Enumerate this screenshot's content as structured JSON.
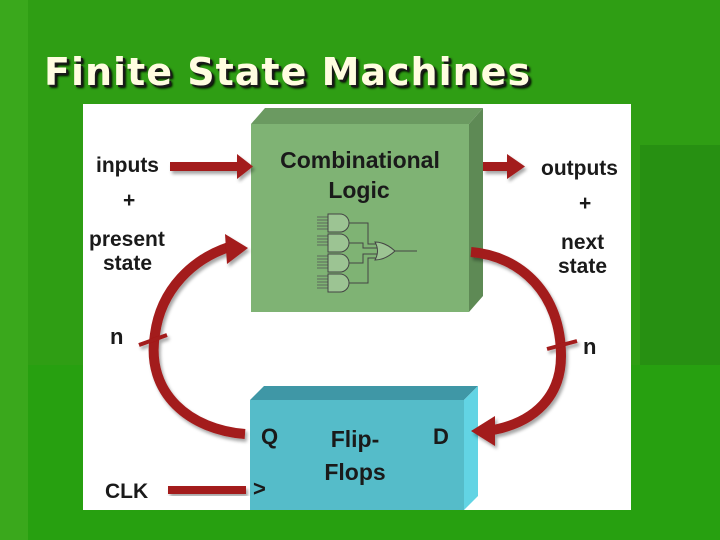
{
  "slide": {
    "title": "Finite State Machines"
  },
  "diagram": {
    "combinational_block": {
      "line1": "Combinational",
      "line2": "Logic"
    },
    "flipflop_block": {
      "line1": "Flip-",
      "line2": "Flops",
      "q_label": "Q",
      "d_label": "D",
      "clk_marker": ">"
    },
    "left_labels": {
      "inputs": "inputs",
      "plus": "+",
      "present": "present",
      "state": "state",
      "n": "n",
      "clk": "CLK"
    },
    "right_labels": {
      "outputs": "outputs",
      "plus": "+",
      "next": "next",
      "state": "state",
      "n": "n"
    },
    "colors": {
      "comb_front": "#7fb374",
      "comb_top": "#6b9a61",
      "comb_side": "#5e8a55",
      "ff_front": "#55bcc9",
      "ff_top": "#3f97a6",
      "ff_side": "#62d4e4",
      "arrow": "#a31a1a",
      "arrow_dark": "#6e0f0f"
    }
  }
}
